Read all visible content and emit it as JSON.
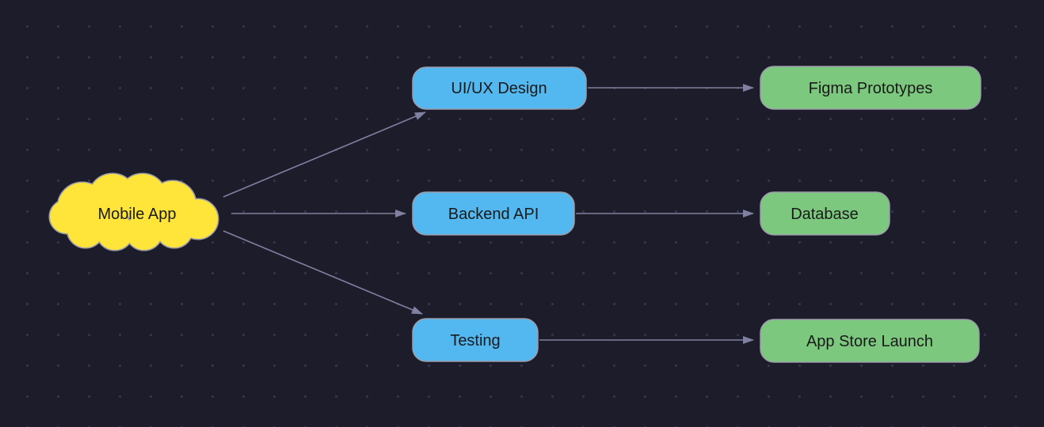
{
  "diagram": {
    "type": "flowchart",
    "colors": {
      "background": "#1c1c2b",
      "grid_dot": "#35354e",
      "node_blue": "#53b8ef",
      "node_green": "#7cc87e",
      "node_yellow": "#ffe539",
      "node_stroke": "#9c9cab",
      "edge": "#8080a0",
      "label_text": "#1a1a1a"
    },
    "nodes": {
      "mobile_app": {
        "label": "Mobile App",
        "shape": "cloud",
        "color": "yellow"
      },
      "uiux_design": {
        "label": "UI/UX Design",
        "shape": "rounded-rect",
        "color": "blue"
      },
      "backend_api": {
        "label": "Backend API",
        "shape": "rounded-rect",
        "color": "blue"
      },
      "testing": {
        "label": "Testing",
        "shape": "rounded-rect",
        "color": "blue"
      },
      "figma_prototypes": {
        "label": "Figma Prototypes",
        "shape": "rounded-rect",
        "color": "green"
      },
      "database": {
        "label": "Database",
        "shape": "rounded-rect",
        "color": "green"
      },
      "app_store_launch": {
        "label": "App Store Launch",
        "shape": "rounded-rect",
        "color": "green"
      }
    },
    "edges": [
      {
        "from": "Mobile App",
        "to": "UI/UX Design"
      },
      {
        "from": "Mobile App",
        "to": "Backend API"
      },
      {
        "from": "Mobile App",
        "to": "Testing"
      },
      {
        "from": "UI/UX Design",
        "to": "Figma Prototypes"
      },
      {
        "from": "Backend API",
        "to": "Database"
      },
      {
        "from": "Testing",
        "to": "App Store Launch"
      }
    ]
  }
}
